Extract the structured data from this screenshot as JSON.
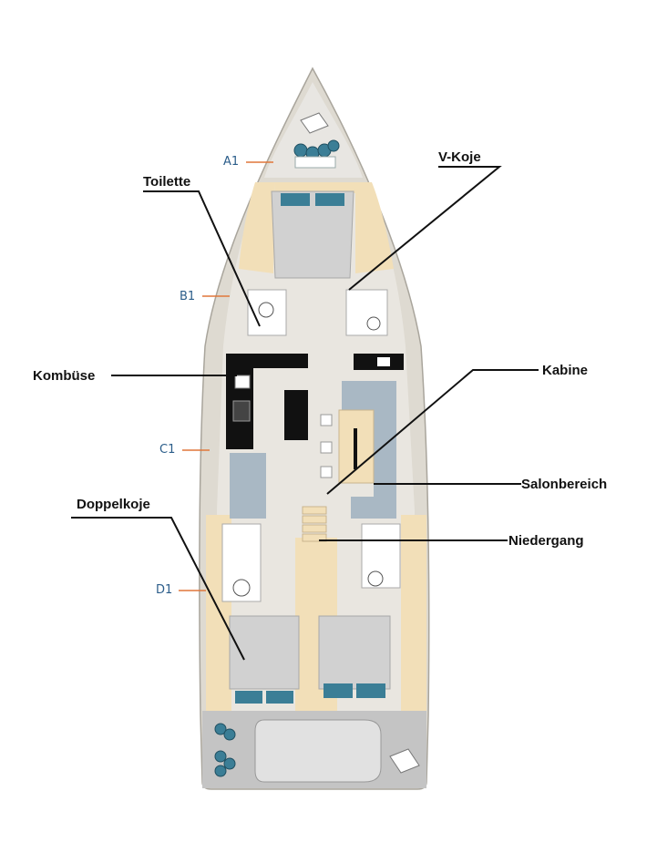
{
  "labels": {
    "toilette": "Toilette",
    "v_koje": "V-Koje",
    "kombuese": "Kombüse",
    "kabine": "Kabine",
    "salonbereich": "Salonbereich",
    "niedergang": "Niedergang",
    "doppelkoje": "Doppelkoje"
  },
  "sections": {
    "a1": "A1",
    "b1": "B1",
    "c1": "C1",
    "d1": "D1"
  },
  "colors": {
    "hull": "#dedad1",
    "hull_outline": "#a9a59c",
    "wood": "#f2dfb8",
    "floor": "#e9e6e0",
    "bed": "#d1d1d1",
    "pillow": "#3b7e96",
    "sofa": "#a9b8c4",
    "galley": "#111111",
    "deck": "#c4c4c4",
    "section_tick": "#e0773a",
    "section_text": "#2b5d8a"
  }
}
